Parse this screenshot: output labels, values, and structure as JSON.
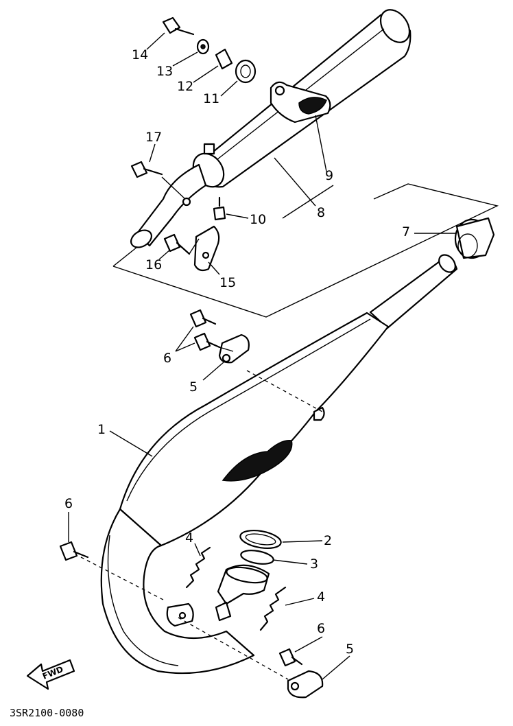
{
  "diagram": {
    "callouts": {
      "c1": "1",
      "c2": "2",
      "c3": "3",
      "c4a": "4",
      "c4b": "4",
      "c5a": "5",
      "c5b": "5",
      "c6a": "6",
      "c6b": "6",
      "c6c": "6",
      "c7": "7",
      "c8": "8",
      "c9": "9",
      "c10": "10",
      "c11": "11",
      "c12": "12",
      "c13": "13",
      "c14": "14",
      "c15": "15",
      "c16": "16",
      "c17": "17"
    },
    "fwd_label": "FWD",
    "drawing_code": "3SR2100-0080"
  }
}
